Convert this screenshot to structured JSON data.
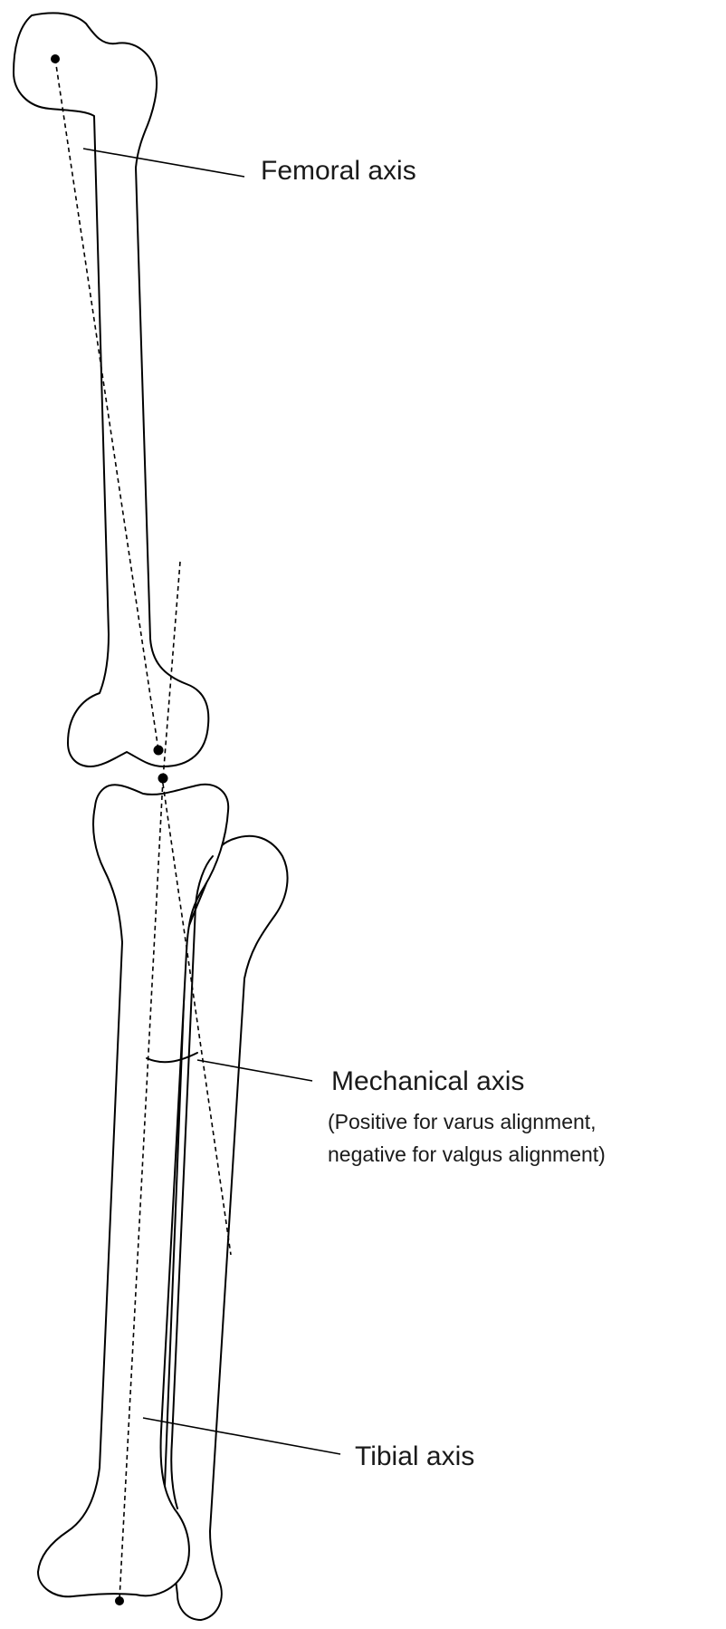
{
  "labels": {
    "femoral_axis": "Femoral axis",
    "mechanical_axis": "Mechanical axis",
    "mechanical_axis_note_1": "(Positive for varus alignment,",
    "mechanical_axis_note_2": "negative for valgus alignment)",
    "tibial_axis": "Tibial axis"
  },
  "colors": {
    "line": "#000000",
    "text": "#1a1a1a",
    "background": "#ffffff"
  }
}
